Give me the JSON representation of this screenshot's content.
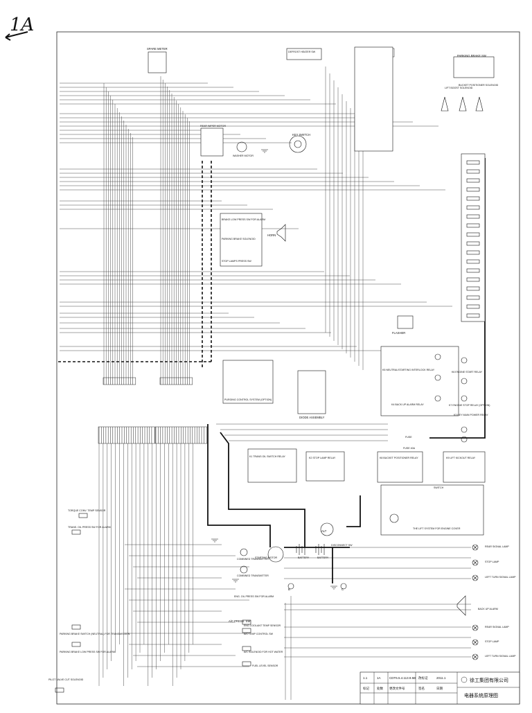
{
  "sheet_mark": "1A",
  "labels": {
    "spare_meter": "SPARE METER",
    "defrost_heater_sw": "DEFROST HEATER SW",
    "parking_brake_sw": "PARKING BRAKE SW",
    "lift_boost_solenoid": "LIFT BOOST SOLENOID",
    "bucket_positioner_solenoid": "BUCKET POSITIONER SOLENOID",
    "key_switch": "KEY SWITCH",
    "rear_wiper_motor": "REAR WIPER MOTOR",
    "washer_motor": "WASHER MOTOR",
    "brake_low_press_sw": "BRAKE LOW PRESS SW FOR ALARM",
    "parking_brake_solenoid": "PARKING BRAKE SOLENOID",
    "stop_lamps_press_sw": "STOP LAMPS PRESS SW",
    "horn": "HORN",
    "flasher": "FLASHER",
    "purging_control": "PURGING CONTROL SYSTEM (OPTION)",
    "diode_assembly": "DIODE ASSEMBLY",
    "neutral_relay": "K5 NEUTRAL/STARTING INTERLOCK RELAY",
    "engine_start_relay": "K6 ENGINE START RELAY",
    "engine_stop_relay": "K7 ENGINE STOP RELAY (OPTION)",
    "back_up_alarm_relay": "K4 BACK UP ALARM RELAY",
    "key_main_power_relay": "K3 KEY MAIN POWER RELAY",
    "fuse": "FUSE",
    "fuse_40a": "FUSE 40A",
    "trans_oil_switch_relay": "K1 TRANS OIL SWITCH RELAY",
    "stop_lamp_relay": "K2 STOP LAMP RELAY",
    "bucket_positioner_relay": "K8 BUCKET POSITIONER RELAY",
    "lift_kickout_relay": "K9 LIFT KICKOUT RELAY",
    "switch": "SWITCH",
    "lift_system_engine_cover": "THE LIFT SYSTEM FOR ENGINE COVER",
    "torque_conv_sensor": "TORQUE CONV. TEMP SENSOR",
    "trans_oil_press_sw": "TRANS. OIL PRESS SW FOR ALARM",
    "starting_motor": "STARTING MOTOR",
    "alt": "ALT",
    "battery": "BATTERY",
    "disconnect_sw": "DISCONNECT SW",
    "combined_transmitter": "COMBINED TRANSMITTER",
    "engine_oil_press_sw": "ENG. OIL PRESS SW FOR ALARM",
    "ac_press_sw": "A/C PRESS. SW",
    "eng_coolant_temp_sensor": "ENG COOLANT TEMP SENSOR",
    "ac_temp_control_sw": "A/C TEMP CONTROL SW",
    "ac_solenoid_hot_water": "A/C SOLENOID FOR HOT WATER",
    "parking_brake_trans_sw": "PARKING BRAKE SWITCH (NEUTRAL) FOR TRANSMISSION",
    "parking_brake_low_press_sw": "PARKING BRAKE LOW PRESS SW FOR ALARM",
    "fuel_level_sensor": "FUEL LEVEL SENSOR",
    "rear_signal_lamp": "REAR SIGNAL LAMP",
    "stop_lamp": "STOP LAMP",
    "left_turn_signal_lamp": "LEFT TURN SIGNAL LAMP",
    "back_up_alarm": "BACK UP ALARM",
    "pilot_valve_solenoid": "PILOT VALVE CUT SOLENOID",
    "b_stud": "B",
    "c_stud": "C"
  },
  "title_block": {
    "company": "徐工集团有限公司",
    "drawing": "电器系统原理图",
    "rows": [
      [
        "1.1",
        "1A",
        "CDT6.5.4.113.9.5B",
        "改标记",
        "2011.1"
      ],
      [
        "标记",
        "处数",
        "更改文件号",
        "签名",
        "日期"
      ]
    ]
  }
}
